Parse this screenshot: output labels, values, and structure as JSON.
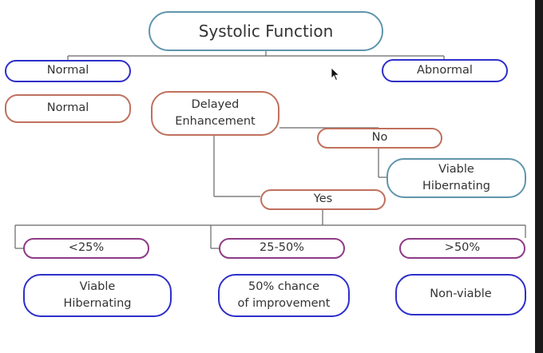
{
  "nodes": {
    "root": "Systolic Function",
    "normal_branch": "Normal",
    "normal_result": "Normal",
    "abnormal_branch": "Abnormal",
    "delayed": [
      "Delayed",
      "Enhancement"
    ],
    "no": "No",
    "viable_no": [
      "Viable",
      "Hibernating"
    ],
    "yes": "Yes",
    "pct_lt25": "<25%",
    "pct_25_50": "25-50%",
    "pct_gt50": ">50%",
    "res_lt25": [
      "Viable",
      "Hibernating"
    ],
    "res_25_50": [
      "50% chance",
      "of improvement"
    ],
    "res_gt50": "Non-viable"
  },
  "colors": {
    "teal": "#5f95ac",
    "blue": "#2e2fc9",
    "rust": "#c0705e",
    "purple": "#8e3a86",
    "connector": "#666666"
  }
}
